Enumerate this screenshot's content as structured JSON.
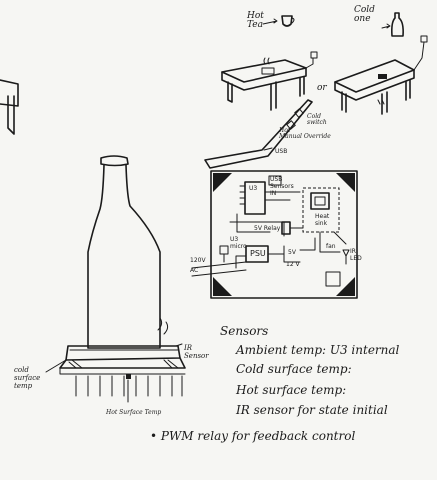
{
  "scene": {
    "hot_label": "Hot\nTea",
    "cold_label": "Cold\none",
    "or_label": "or",
    "cold_switch": "Cold\nswitch",
    "hot_switch": "Hot\nManual Override",
    "usb_label": "USB",
    "sensors_in": "USB\nSensors\nIN",
    "u3_label": "U3",
    "heat_sink": "Heat\nsink",
    "relay_label": "5V Relay",
    "psu_label": "PSU",
    "v5_label": "5V",
    "v12_label": "12 V",
    "ac_label": "120V\nAC",
    "fan_label": "fan",
    "ir_led": "IR\nLED",
    "micro_label": "U3\nmicro",
    "ir_sensor": "IR\nSensor",
    "cold_surface": "cold\nsurface\ntemp",
    "hot_surface": "Hot Surface Temp"
  },
  "sensors": {
    "title": "Sensors",
    "ambient": "Ambient temp: U3 internal",
    "cold": "Cold surface temp:",
    "hot": "Hot surface temp:",
    "ir": "IR sensor for state initial",
    "pwm": "• PWM relay for feedback control"
  }
}
